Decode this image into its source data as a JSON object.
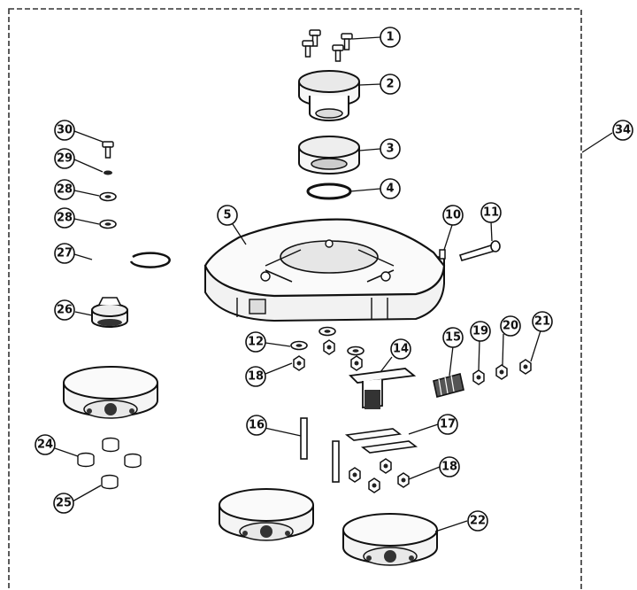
{
  "diagram": {
    "callouts": [
      "1",
      "2",
      "3",
      "4",
      "5",
      "10",
      "11",
      "12",
      "14",
      "15",
      "16",
      "17",
      "18",
      "18",
      "19",
      "20",
      "21",
      "22",
      "24",
      "25",
      "26",
      "27",
      "28",
      "28",
      "29",
      "30",
      "34"
    ]
  }
}
